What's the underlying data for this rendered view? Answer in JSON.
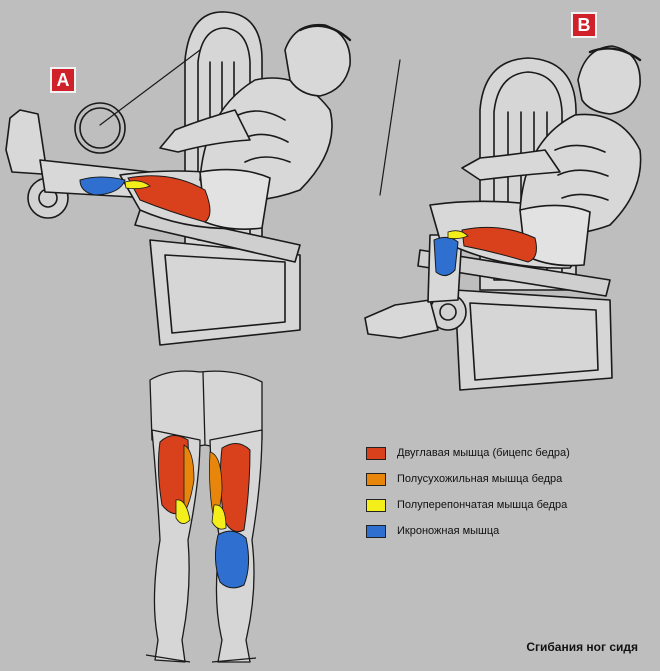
{
  "figure": {
    "panel_a_label": "A",
    "panel_b_label": "B",
    "caption": "Сгибания ног сидя"
  },
  "legend": {
    "items": [
      {
        "label": "Двуглавая мышца (бицепс бедра)",
        "color": "#d9401c"
      },
      {
        "label": "Полусухожильная мышца бедра",
        "color": "#e8860c"
      },
      {
        "label": "Полуперепончатая мышца бедра",
        "color": "#f4ee1a"
      },
      {
        "label": "Икроножная мышца",
        "color": "#2f6fd0"
      }
    ]
  },
  "colors": {
    "background": "#bebebe",
    "biceps_femoris": "#d9401c",
    "semitendinosus": "#e8860c",
    "semimembranosus": "#f4ee1a",
    "gastrocnemius": "#2f6fd0",
    "badge": "#d0202a"
  }
}
